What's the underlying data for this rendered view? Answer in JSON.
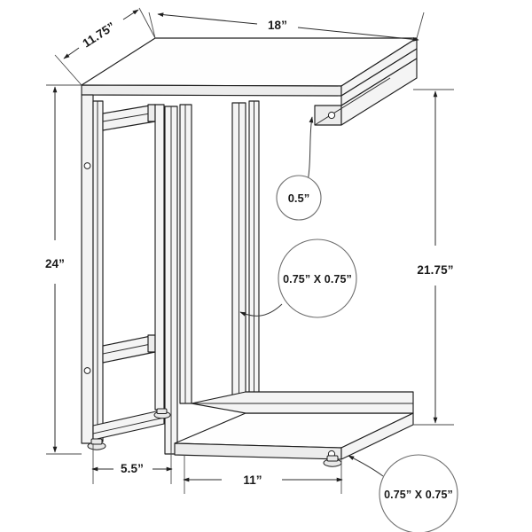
{
  "drawing": {
    "title": "C-Shape Accent Side Table Dimension Drawing",
    "units": "inches",
    "background_color": "#ffffff",
    "line_color": "#1f1f1f",
    "text_color": "#1a1a1a",
    "callout_stroke_color": "#6e6e6e"
  },
  "dimensions": {
    "top_width": "18”",
    "top_depth": "11.75”",
    "overall_height": "24”",
    "clearance_height": "21.75”",
    "base_front_offset": "5.5”",
    "base_depth": "11”"
  },
  "callouts": {
    "top_thickness": "0.5”",
    "frame_tube": "0.75” X 0.75”",
    "base_tube": "0.75” X 0.75”"
  },
  "parts": {
    "tabletop": "tabletop-panel",
    "left_frame": "left-side-frame",
    "back_posts": "vertical-back-posts",
    "base_frame": "base-frame",
    "feet": "leveling-feet",
    "fasteners": "screw-holes"
  }
}
